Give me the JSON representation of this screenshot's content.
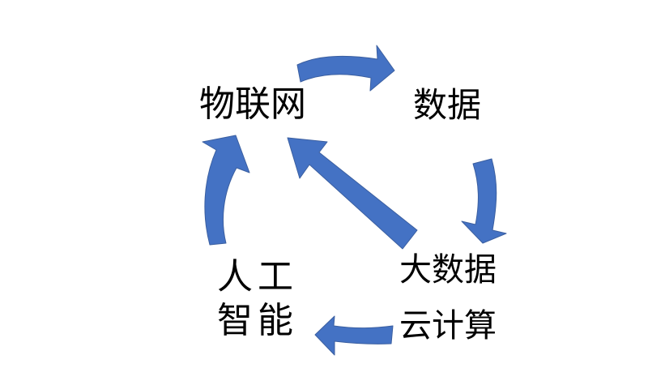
{
  "diagram": {
    "arrow_color": "#4472C4",
    "arrow_outline": "#3B5FA0",
    "text_color": "#000000",
    "nodes": {
      "iot": "物联网",
      "data": "数据",
      "bigdata": "大数据",
      "cloud": "云计算",
      "ai_line1": "人工",
      "ai_line2": "智能"
    },
    "edges": [
      {
        "from": "物联网",
        "to": "数据"
      },
      {
        "from": "数据",
        "to": "大数据"
      },
      {
        "from": "云计算",
        "to": "人工智能"
      },
      {
        "from": "人工智能",
        "to": "物联网"
      },
      {
        "from": "大数据",
        "to": "物联网"
      }
    ]
  }
}
